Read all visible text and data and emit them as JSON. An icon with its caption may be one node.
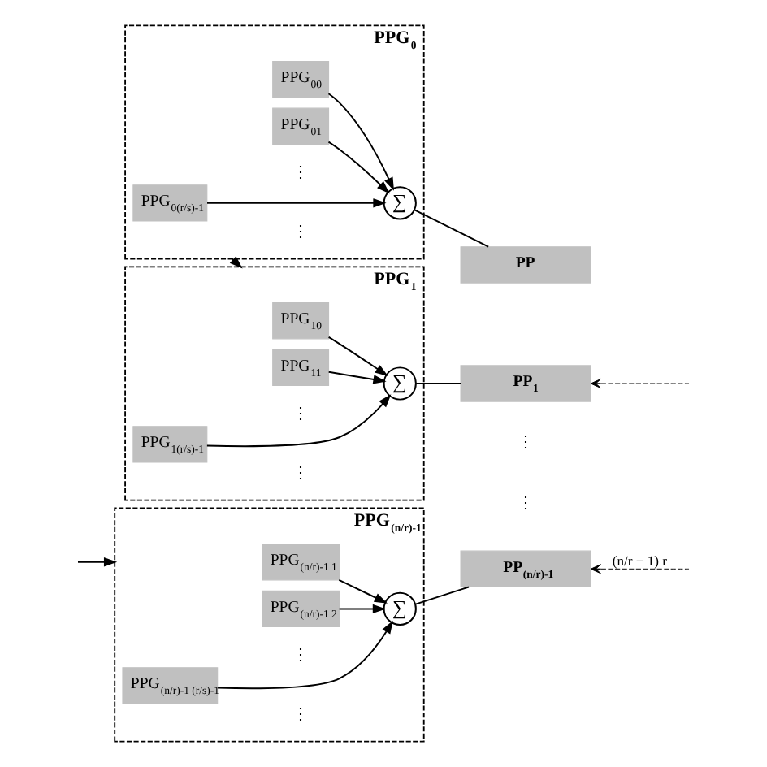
{
  "diagram": {
    "nodes": [
      {
        "text": [
          "PPG$_{0}$"
        ]
      },
      {
        "text": [
          "PPG$_{00}$"
        ],
        "in": 0
      },
      {
        "text": [
          "PPG$_{01}$"
        ],
        "in": 0
      },
      {
        "text": [
          "PPG$_{0(r/s)-1}$"
        ],
        "in": 0
      },
      {
        "text": [
          "∑"
        ],
        "in": 0
      },
      {
        "text": [
          "PPG$_{1}$"
        ]
      },
      {
        "text": [
          "PPG$_{10}$"
        ],
        "in": 5
      },
      {
        "text": [
          "PPG$_{11}$"
        ],
        "in": 5
      },
      {
        "text": [
          "PPG$_{1(r/s)-1}$"
        ],
        "in": 5
      },
      {
        "text": [
          "∑"
        ],
        "in": 5
      },
      {
        "text": [
          "PPG$_{(n/r)-1}$"
        ]
      },
      {
        "text": [
          "PPG$_{(n/r)-1 1}$"
        ],
        "in": 10
      },
      {
        "text": [
          "PPG$_{(n/r)-1 2}$"
        ],
        "in": 10
      },
      {
        "text": [
          "PPG$_{(n/r)-1 (r/s)-1}$"
        ],
        "in": 10
      },
      {
        "text": [
          "∑"
        ],
        "in": 10
      },
      {
        "text": [
          "PP"
        ]
      },
      {
        "text": [
          "PP$_{1}$"
        ]
      },
      {
        "text": [
          "PP$_{(n/r)-1}$"
        ]
      }
    ],
    "edges": [
      {
        "from": 1,
        "to": 4,
        "arrow": "to"
      },
      {
        "from": 2,
        "to": 4,
        "arrow": "to"
      },
      {
        "from": 3,
        "to": 4,
        "arrow": "to"
      },
      {
        "from": 4,
        "to": 15,
        "arrow": "none"
      },
      {
        "from": 6,
        "to": 9,
        "arrow": "to"
      },
      {
        "from": 7,
        "to": 9,
        "arrow": "to"
      },
      {
        "from": 8,
        "to": 9,
        "arrow": "to"
      },
      {
        "from": 9,
        "to": 16,
        "arrow": "none"
      },
      {
        "from": 11,
        "to": 14,
        "arrow": "to"
      },
      {
        "from": 12,
        "to": 14,
        "arrow": "to"
      },
      {
        "from": 13,
        "to": 14,
        "arrow": "to"
      },
      {
        "from": 14,
        "to": 17,
        "arrow": "none"
      },
      {
        "from": 0,
        "to": 5,
        "arrow": "to"
      },
      {
        "from": null,
        "to": 10,
        "arrow": "to"
      },
      {
        "from": null,
        "to": 16,
        "arrow": "to",
        "style": "dashed"
      },
      {
        "from": null,
        "to": 17,
        "arrow": "to",
        "style": "dashed",
        "label": "(n/r − 1) r"
      }
    ],
    "labels": [
      "⋮",
      "⋮",
      "⋮",
      "⋮",
      "⋮",
      "⋮",
      "⋮",
      "⋮"
    ]
  }
}
